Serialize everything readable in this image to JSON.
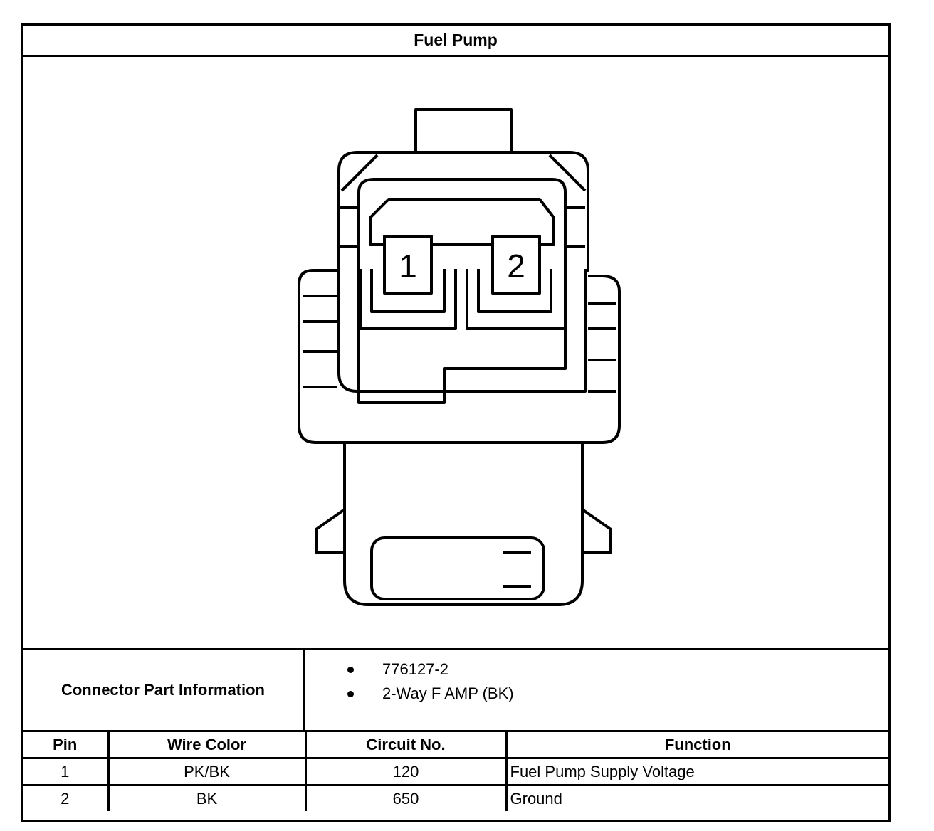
{
  "title": "Fuel Pump",
  "diagram": {
    "pin_labels": [
      "1",
      "2"
    ]
  },
  "connector_info": {
    "label": "Connector Part Information",
    "items": [
      "776127-2",
      "2-Way F AMP (BK)"
    ]
  },
  "pin_table": {
    "headers": [
      "Pin",
      "Wire Color",
      "Circuit No.",
      "Function"
    ],
    "rows": [
      [
        "1",
        "PK/BK",
        "120",
        "Fuel Pump Supply Voltage"
      ],
      [
        "2",
        "BK",
        "650",
        "Ground"
      ]
    ]
  }
}
